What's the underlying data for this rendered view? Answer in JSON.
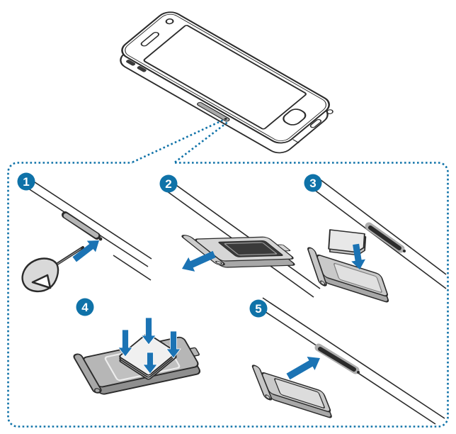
{
  "illustration": {
    "steps": [
      {
        "number": "1"
      },
      {
        "number": "2"
      },
      {
        "number": "3"
      },
      {
        "number": "4"
      },
      {
        "number": "5"
      }
    ],
    "colors": {
      "accent_blue": "#0f72a8",
      "arrow_blue": "#1b73b4",
      "outline_dark": "#2b2b2b",
      "tray_gray": "#d4d4d4",
      "card_light": "#efefef",
      "background": "#ffffff"
    }
  }
}
